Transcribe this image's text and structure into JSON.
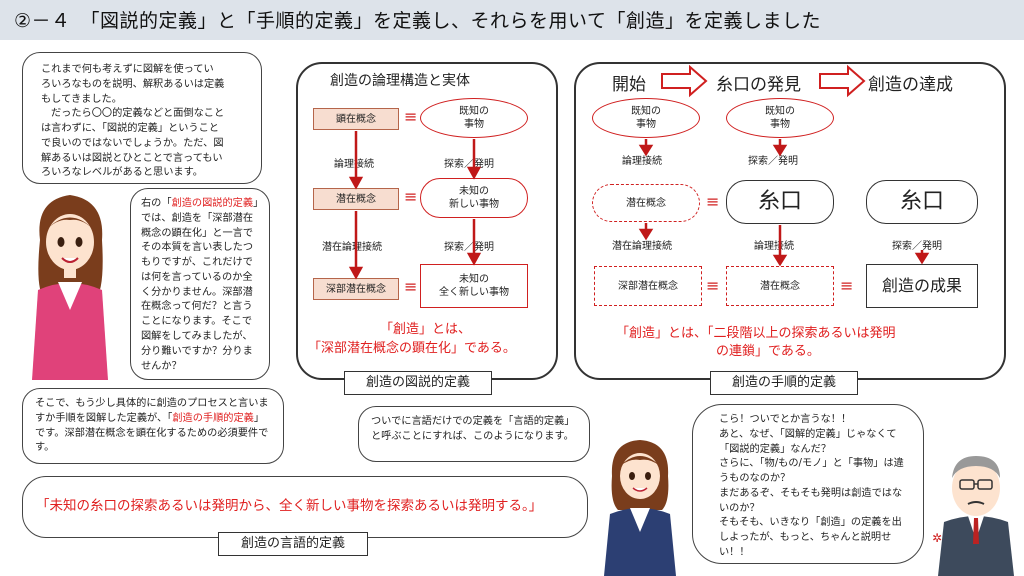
{
  "title": "②－４　「図説的定義」と「手順的定義」を定義し、それらを用いて「創造」を定義しました",
  "bubble_intro": {
    "lines": [
      "これまで何も考えずに図解を使ってい",
      "ろいろなものを説明、解釈あるいは定義",
      "もしてきました。",
      "だったら〇〇的定義などと面倒なこと",
      "は言わずに、「図説的定義」ということ",
      "で良いのではないでしょうか。ただ、図",
      "解あるいは図説とひとことで言ってもい",
      "ろいろなレベルがあると思います。"
    ]
  },
  "bubble_right": {
    "pre": "右の「",
    "red": "創造の図説的定義",
    "post": "」では、創造を「深部潜在概念の顕在化」と一言でその本質を言い表したつもりですが、これだけでは何を言っているのか全く分かりません。深部潜在概念って何だ？と言うことになります。そこで図解をしてみましたが、分り難いですか？分りませんか？"
  },
  "bubble_process": {
    "pre": "そこで、もう少し具体的に創造のプロセスと言いますか手順を図解した定義が、「",
    "red": "創造の手順的定義",
    "post": "」です。深部潜在概念を顕在化するための必須要件です。"
  },
  "bubble_lingual": {
    "text": "ついでに言語だけでの定義を「言語的定義」と呼ぶことにすれば、このようになります。"
  },
  "bubble_critic": {
    "lines": [
      "こら！ついでとか言うな！！",
      "あと、なぜ、「図解的定義」じゃなくて「図説的定義」なんだ？",
      "さらに、「物/もの/モノ」と「事物」は違うものなのか？",
      "まだあるぞ、そもそも発明は創造ではないのか？",
      "そもそも、いきなり「創造」の定義を出しよったが、もっと、ちゃんと説明せい！！"
    ]
  },
  "lingual_def": {
    "text": "「未知の糸口の探索あるいは発明から、全く新しい事物を探索あるいは発明する。」",
    "label": "創造の言語的定義"
  },
  "panel_fig": {
    "heading": "創造の論理構造と実体",
    "label": "創造の図説的定義",
    "concepts": [
      "顕在概念",
      "潜在概念",
      "深部潜在概念"
    ],
    "left_links": [
      "論理接続",
      "潜在論理接続"
    ],
    "entities": [
      "既知の\n事物",
      "未知の\n新しい事物",
      "未知の\n全く新しい事物"
    ],
    "right_links": [
      "探索／発明",
      "探索／発明"
    ],
    "eq": "≡",
    "conclusion_line1": "「創造」とは、",
    "conclusion_line2": "「深部潜在概念の顕在化」である。"
  },
  "panel_proc": {
    "steps": [
      "開始",
      "糸口の発見",
      "創造の達成"
    ],
    "label": "創造の手順的定義",
    "col1": {
      "top": "既知の\n事物",
      "link1": "論理接続",
      "mid": "潜在概念",
      "link2": "潜在論理接続",
      "bottom": "深部潜在概念"
    },
    "col2": {
      "top": "既知の\n事物",
      "link1": "探索／発明",
      "mid": "糸口",
      "link2": "論理接続",
      "bottom": "潜在概念"
    },
    "col3": {
      "mid": "糸口",
      "link2": "探索／発明",
      "bottom": "創造の成果"
    },
    "eq": "≡",
    "conclusion_line1": "「創造」とは、「二段階以上の探索あるいは発明",
    "conclusion_line2": "の連鎖」である。"
  },
  "colors": {
    "accent_red": "#e02020",
    "title_bg": "#dde3ea",
    "concept_fill": "#f7ddd0"
  }
}
